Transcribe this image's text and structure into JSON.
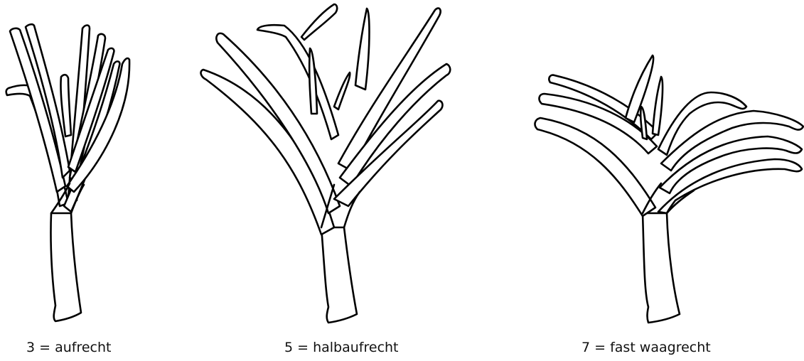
{
  "captions": [
    "3 = aufrecht",
    "5 = halbaufrecht",
    "7 = fast waagrecht"
  ]
}
